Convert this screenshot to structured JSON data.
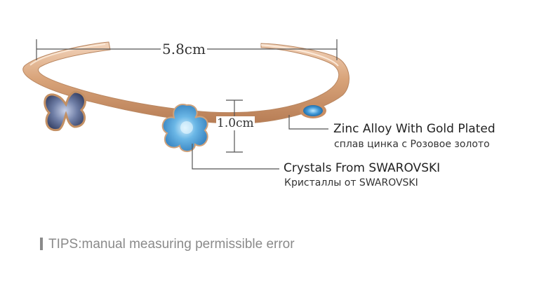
{
  "dimensions": {
    "width_label": "5.8cm",
    "height_label": "1.0cm"
  },
  "callouts": [
    {
      "en": "Zinc Alloy With Gold Plated",
      "ru": "сплав цинка с Розовое золото"
    },
    {
      "en": "Crystals From SWAROVSKI",
      "ru": "Кристаллы от SWAROVSKI"
    }
  ],
  "tips": "TIPS:manual measuring permissible error",
  "colors": {
    "rose_gold": "#d9a47a",
    "crystal_blue": "#6bb7e6",
    "butterfly_crystal": "#6f7ea6"
  }
}
